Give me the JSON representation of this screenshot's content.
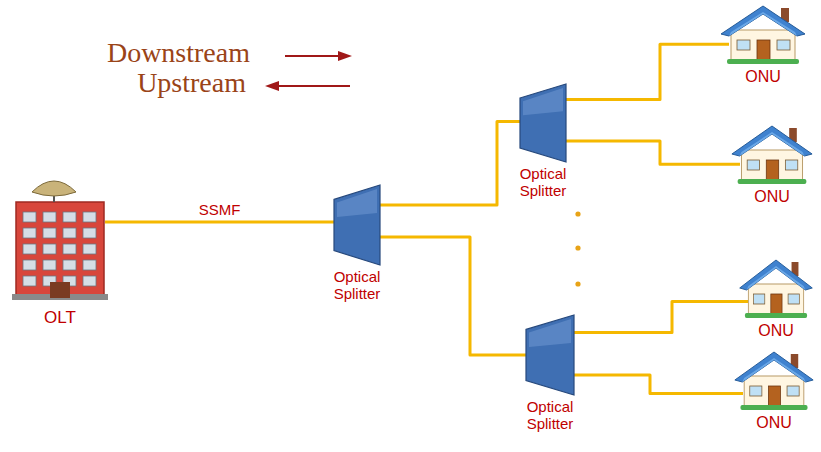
{
  "diagram": {
    "nodes": [
      {
        "text": [
          "OLT"
        ]
      },
      {
        "text": [
          "Optical Splitter"
        ]
      },
      {
        "text": [
          "Optical Splitter"
        ]
      },
      {
        "text": [
          "ONU"
        ]
      },
      {
        "text": [
          "ONU"
        ]
      },
      {
        "text": [
          "Optical Splitter"
        ]
      },
      {
        "text": [
          "ONU"
        ]
      },
      {
        "text": [
          "ONU"
        ]
      }
    ],
    "edges": [
      {
        "from": 0,
        "to": 1,
        "arrow": "none",
        "label": "SSMF"
      },
      {
        "from": 1,
        "to": 2,
        "arrow": "none"
      },
      {
        "from": 1,
        "to": 5,
        "arrow": "none"
      },
      {
        "from": 2,
        "to": 3,
        "arrow": "none"
      },
      {
        "from": 2,
        "to": 4,
        "arrow": "none"
      },
      {
        "from": 5,
        "to": 6,
        "arrow": "none"
      },
      {
        "from": 5,
        "to": 7,
        "arrow": "none"
      }
    ],
    "labels": [
      "Downstream",
      "Upstream"
    ]
  }
}
